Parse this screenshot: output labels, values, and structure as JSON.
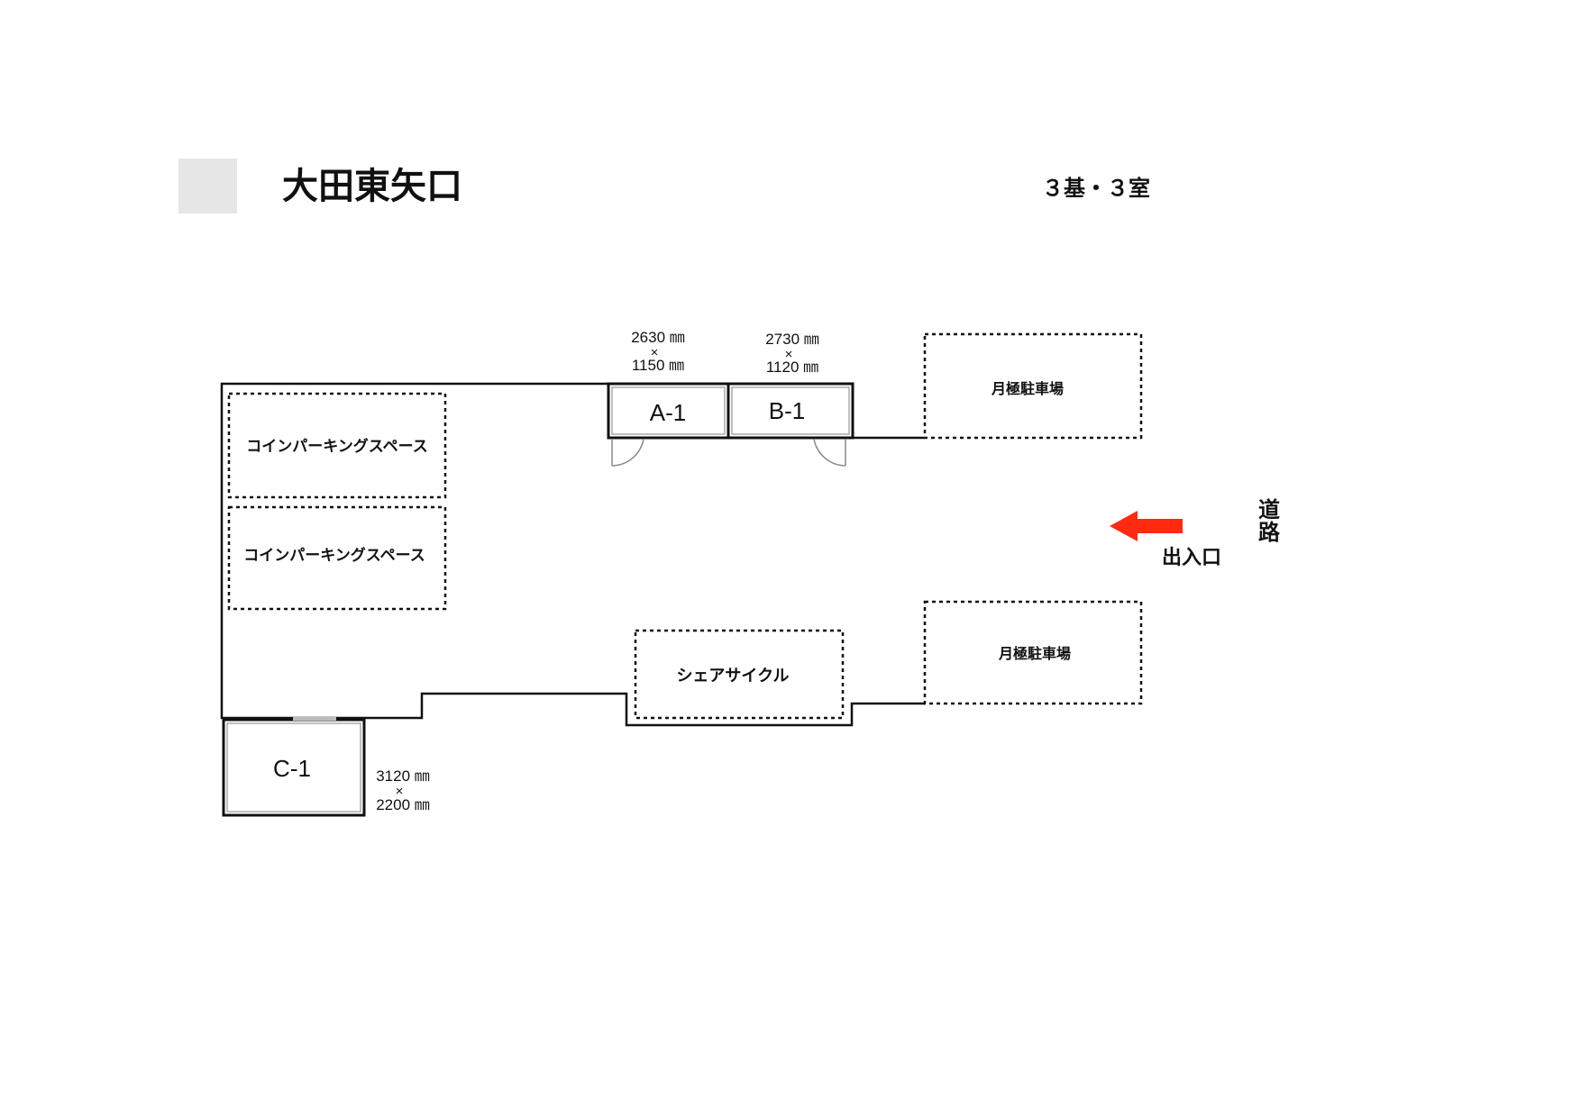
{
  "header": {
    "title": "大田東矢口",
    "summary": "３基・３室"
  },
  "units": [
    {
      "label": "A-1",
      "width": "2630 ㎜",
      "times": "×",
      "depth": "1150 ㎜"
    },
    {
      "label": "B-1",
      "width": "2730 ㎜",
      "times": "×",
      "depth": "1120 ㎜"
    },
    {
      "label": "C-1",
      "width": "3120 ㎜",
      "times": "×",
      "depth": "2200 ㎜"
    }
  ],
  "areas": {
    "coin_parking_1": "コインパーキングスペース",
    "coin_parking_2": "コインパーキングスペース",
    "share_cycle": "シェアサイクル",
    "monthly_parking_1": "月極駐車場",
    "monthly_parking_2": "月極駐車場"
  },
  "entrance": {
    "label": "出入口",
    "road_1": "道",
    "road_2": "路",
    "arrow_color": "#ff2a10"
  }
}
